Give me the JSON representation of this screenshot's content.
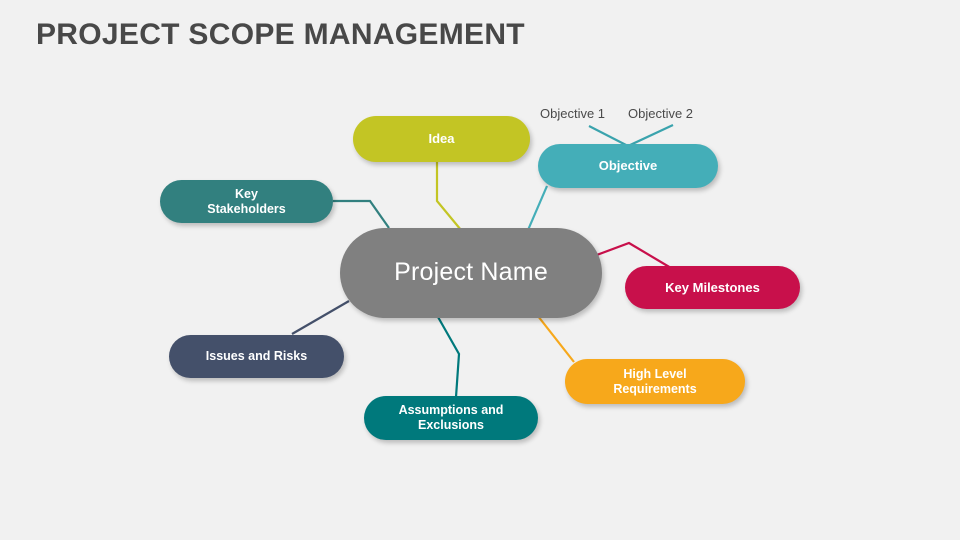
{
  "slide": {
    "title": "PROJECT SCOPE MANAGEMENT",
    "background_color": "#f1f1f1",
    "title_color": "#484848"
  },
  "mindmap": {
    "center": {
      "label": "Project Name",
      "color": "#808080",
      "text_color": "#ffffff"
    },
    "branches": [
      {
        "id": "idea",
        "label": "Idea",
        "color": "#c3c524",
        "connector_color": "#c3c524",
        "position": "top-left"
      },
      {
        "id": "objective",
        "label": "Objective",
        "color": "#44aeb8",
        "connector_color": "#44aeb8",
        "position": "top-right",
        "children": [
          {
            "id": "objective-1",
            "label": "Objective 1",
            "text_color": "#4a4a4a"
          },
          {
            "id": "objective-2",
            "label": "Objective 2",
            "text_color": "#4a4a4a"
          }
        ]
      },
      {
        "id": "key-stakeholders",
        "label": "Key\nStakeholders",
        "line1": "Key",
        "line2": "Stakeholders",
        "color": "#32807f",
        "connector_color": "#32807f",
        "position": "left-upper"
      },
      {
        "id": "key-milestones",
        "label": "Key Milestones",
        "color": "#c8104b",
        "connector_color": "#c8104b",
        "position": "right-upper"
      },
      {
        "id": "high-level-requirements",
        "line1": "High Level",
        "line2": "Requirements",
        "color": "#f7a81b",
        "connector_color": "#f7a81b",
        "position": "right-lower"
      },
      {
        "id": "assumptions-and-exclusions",
        "line1": "Assumptions and",
        "line2": "Exclusions",
        "color": "#00797c",
        "connector_color": "#00797c",
        "position": "bottom"
      },
      {
        "id": "issues-and-risks",
        "label": "Issues and Risks",
        "color": "#44506a",
        "connector_color": "#44506a",
        "position": "left-lower"
      }
    ]
  }
}
